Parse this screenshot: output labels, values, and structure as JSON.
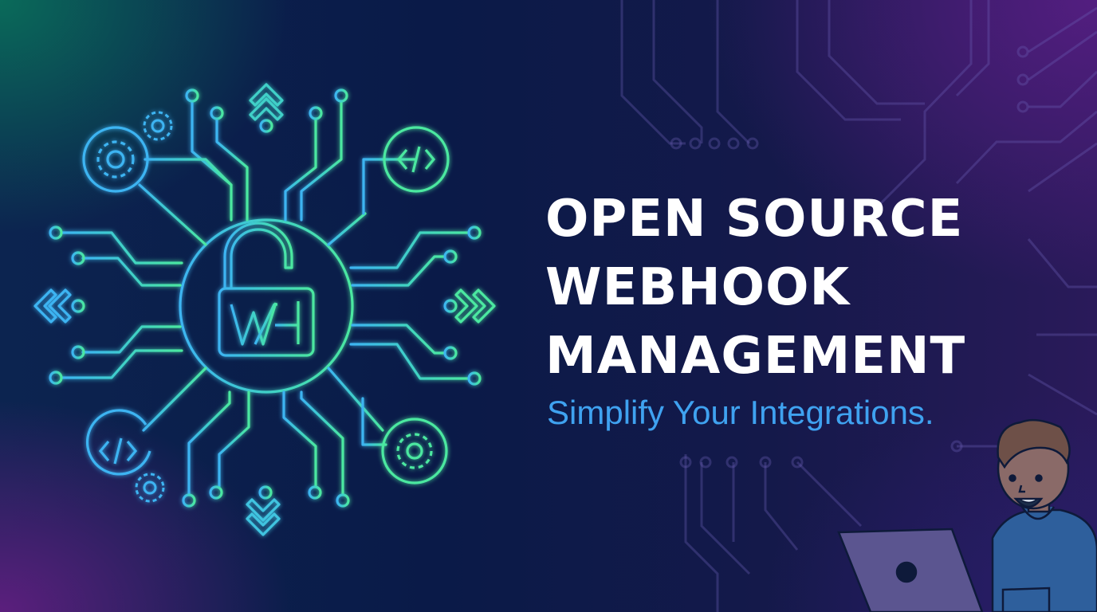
{
  "hero": {
    "headline_lines": [
      "OPEN SOURCE",
      "WEBHOOK",
      "MANAGEMENT"
    ],
    "tagline": "Simplify Your Integrations.",
    "logo_monogram": "WH"
  },
  "icons": {
    "center": "unlocked-padlock-icon",
    "satellites": [
      "gear-icon",
      "gear-icon",
      "code-icon",
      "code-icon",
      "gear-icon",
      "gear-icon",
      "chevrons-up-icon",
      "chevrons-down-icon",
      "chevrons-left-icon",
      "chevrons-right-icon"
    ]
  },
  "colors": {
    "headline": "#ffffff",
    "tagline": "#3fa2f0",
    "circuit_blue": "#3db4f2",
    "circuit_green": "#4be8a0",
    "bg_dark": "#0b1a45",
    "bg_purple": "#55207f",
    "bg_teal": "#0a6e5a"
  }
}
